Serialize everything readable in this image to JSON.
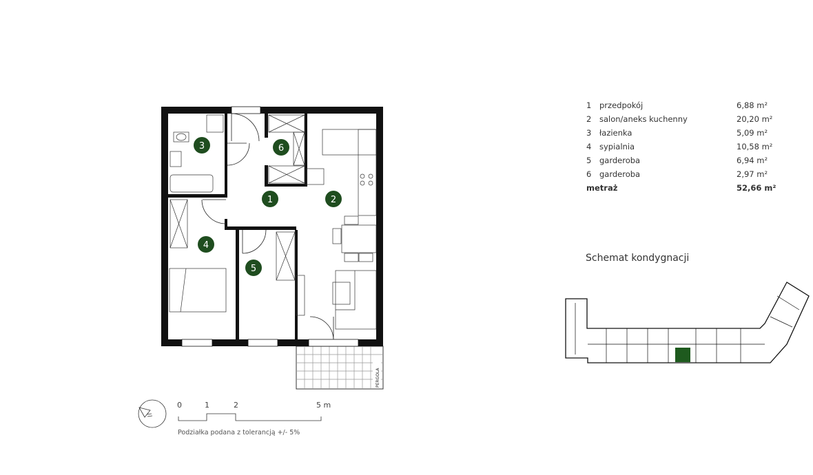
{
  "colors": {
    "accent": "#1f4d1f",
    "wall": "#111111",
    "highlight": "#1e5a1e"
  },
  "rooms": [
    {
      "num": "1",
      "name": "przedpokój",
      "area": "6,88 m²"
    },
    {
      "num": "2",
      "name": "salon/aneks kuchenny",
      "area": "20,20 m²"
    },
    {
      "num": "3",
      "name": "łazienka",
      "area": "5,09 m²"
    },
    {
      "num": "4",
      "name": "sypialnia",
      "area": "10,58 m²"
    },
    {
      "num": "5",
      "name": "garderoba",
      "area": "6,94 m²"
    },
    {
      "num": "6",
      "name": "garderoba",
      "area": "2,97 m²"
    }
  ],
  "total": {
    "label": "metraż",
    "area": "52,66 m²"
  },
  "plan": {
    "pergola_label": "PERGOLA"
  },
  "schema": {
    "title": "Schemat kondygnacji"
  },
  "scale": {
    "ticks": [
      "0",
      "1",
      "2",
      "5 m"
    ],
    "caption": "Podziałka podana z tolerancją +/- 5%"
  }
}
